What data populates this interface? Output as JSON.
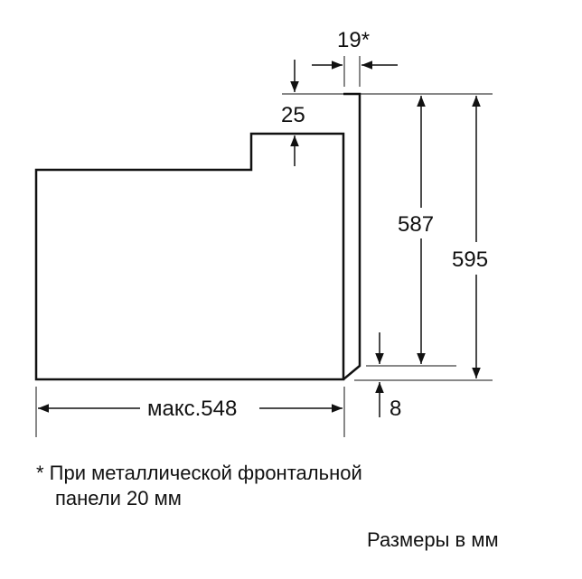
{
  "diagram": {
    "dimensions": {
      "front_thickness": "19*",
      "step_height": "25",
      "niche_height": "587",
      "total_height": "595",
      "depth": "макс.548",
      "bottom_offset": "8"
    }
  },
  "notes": {
    "footnote_line1": "* При металлической фронтальной",
    "footnote_line2": "панели 20 мм",
    "units": "Размеры в мм"
  }
}
